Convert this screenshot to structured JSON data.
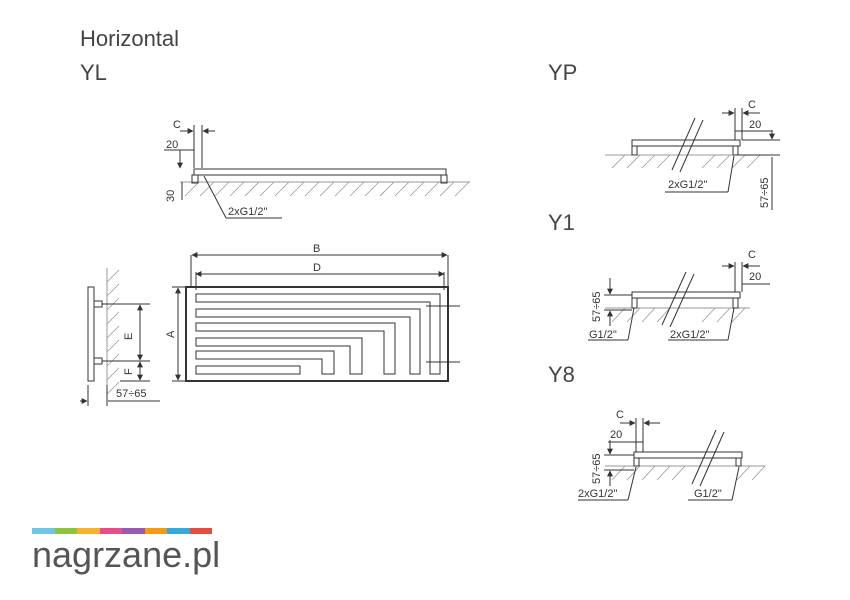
{
  "page": {
    "title": "Horizontal"
  },
  "variants": {
    "yl": "YL",
    "yp": "YP",
    "y1": "Y1",
    "y8": "Y8"
  },
  "dims": {
    "c": "C",
    "twenty": "20",
    "thirty": "30",
    "b": "B",
    "d": "D",
    "a": "A",
    "e": "E",
    "f": "F",
    "depth": "57÷65",
    "conn_two": "2xG1/2\"",
    "conn_one": "G1/2\""
  },
  "brand": {
    "logo_text": "nagrzane.pl",
    "colors": [
      "#6dc6e6",
      "#8cc43f",
      "#f6b22b",
      "#e84d8a",
      "#9b59b6",
      "#f39c12",
      "#34aadc",
      "#e74c3c"
    ]
  }
}
